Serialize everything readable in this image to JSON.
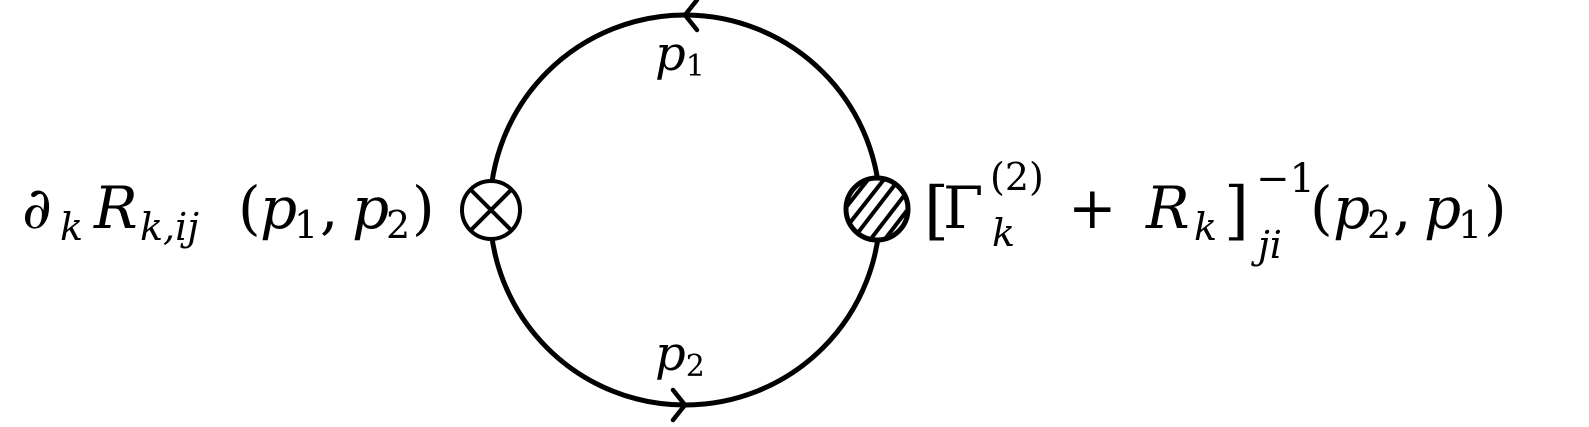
{
  "labels": {
    "top_momentum": "p",
    "top_momentum_index": "1",
    "bottom_momentum": "p",
    "bottom_momentum_index": "2",
    "left_vertex": {
      "partial": "∂",
      "partial_sub": "k",
      "R": "R",
      "R_sub": "k,ij",
      "args_open": "(",
      "arg1": "p",
      "arg1_sub": "1",
      "comma": ",",
      "arg2": "p",
      "arg2_sub": "2",
      "args_close": ")"
    },
    "right_vertex": {
      "bracket_open": "[",
      "Gamma": "Γ",
      "Gamma_sup": "(2)",
      "Gamma_sub": "k",
      "plus": "+",
      "R": "R",
      "R_sub": "k",
      "bracket_close": "]",
      "bracket_sup": "−1",
      "bracket_sub": "ji",
      "args_open": "(",
      "arg1": "p",
      "arg1_sub": "2",
      "comma": ",",
      "arg2": "p",
      "arg2_sub": "1",
      "args_close": ")"
    }
  },
  "colors": {
    "line": "#000000",
    "background": "#ffffff"
  },
  "icons": {
    "left_vertex": "circled-cross-icon",
    "right_vertex": "hatched-circle-icon",
    "arrow_top": "arrow-left-icon",
    "arrow_bottom": "arrow-right-icon"
  }
}
